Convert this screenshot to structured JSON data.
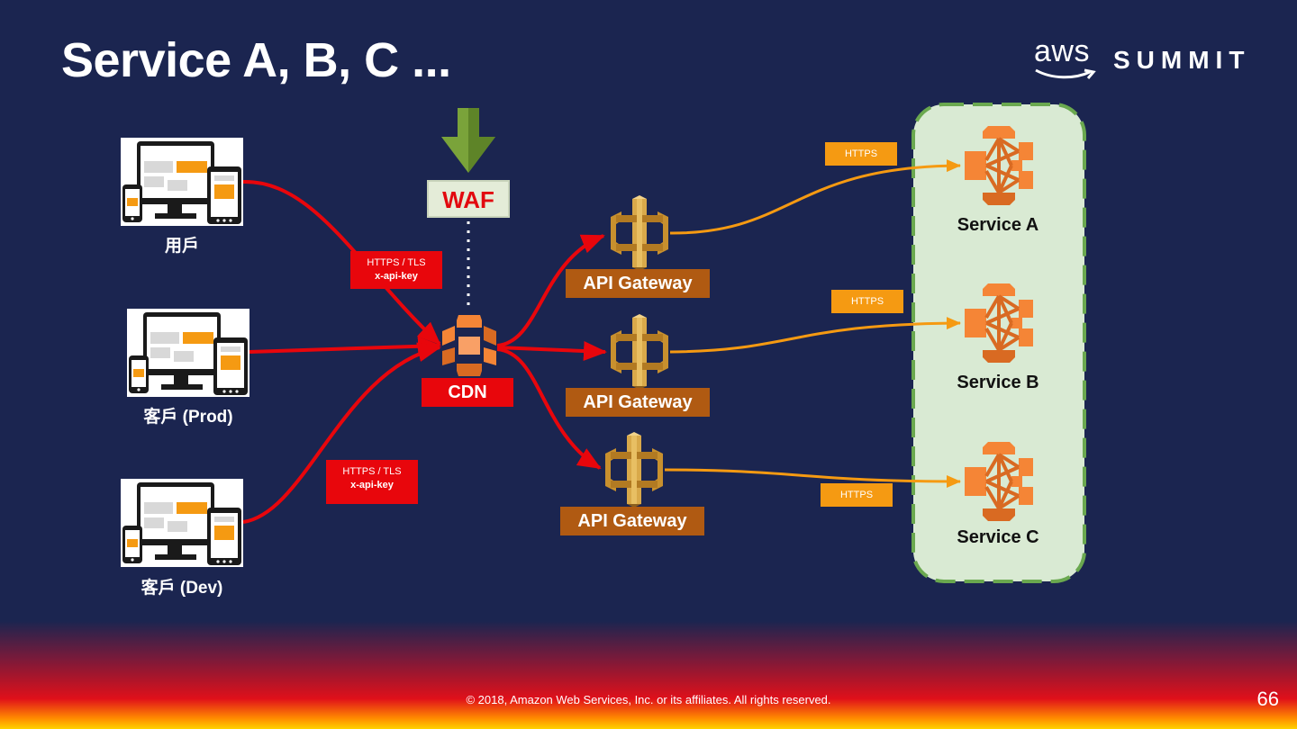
{
  "title": "Service A, B, C ...",
  "logo": {
    "aws": "aws",
    "summit": "SUMMIT"
  },
  "clients": [
    {
      "label": "用戶"
    },
    {
      "label": "客戶 (Prod)"
    },
    {
      "label": "客戶 (Dev)"
    }
  ],
  "tls_tags": [
    {
      "line1": "HTTPS / TLS",
      "line2": "x-api-key"
    },
    {
      "line1": "HTTPS / TLS",
      "line2": "x-api-key"
    }
  ],
  "waf": {
    "label": "WAF"
  },
  "cdn": {
    "label": "CDN"
  },
  "gateways": [
    {
      "label": "API Gateway"
    },
    {
      "label": "API Gateway"
    },
    {
      "label": "API Gateway"
    }
  ],
  "https_tags": [
    "HTTPS",
    "HTTPS",
    "HTTPS"
  ],
  "services": [
    {
      "label": "Service A"
    },
    {
      "label": "Service B"
    },
    {
      "label": "Service C"
    }
  ],
  "footer": "© 2018, Amazon Web Services, Inc. or its affiliates. All rights reserved.",
  "page_number": "66",
  "colors": {
    "background": "#1b2550",
    "red_flow": "#e8060c",
    "orange_flow": "#f59a12",
    "gateway_label": "#b05a12",
    "service_group_fill": "#d9ead3",
    "service_group_border": "#6aa84f"
  }
}
